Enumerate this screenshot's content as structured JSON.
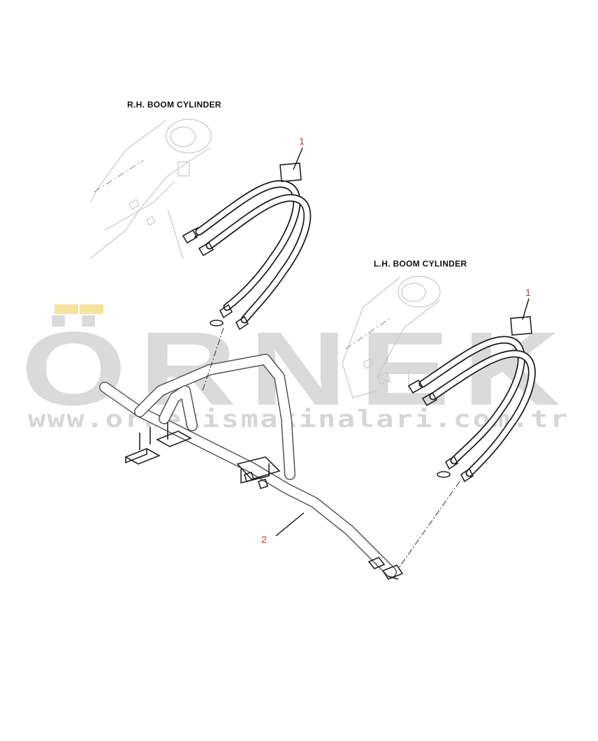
{
  "labels": {
    "rh_cylinder": "R.H. BOOM CYLINDER",
    "lh_cylinder": "L.H. BOOM CYLINDER"
  },
  "callouts": {
    "hose_rh": "1",
    "hose_lh": "1",
    "tube": "2"
  },
  "watermark": {
    "brand": "ÖRNEK",
    "url": "www.ornekismakinalari.com.tr",
    "brand_color": "#d4d4d4",
    "umlaut_color": "#f7e3a0"
  },
  "colors": {
    "callout_text": "#c0392b",
    "line": "#222222",
    "ghost": "#c8c8c8"
  }
}
